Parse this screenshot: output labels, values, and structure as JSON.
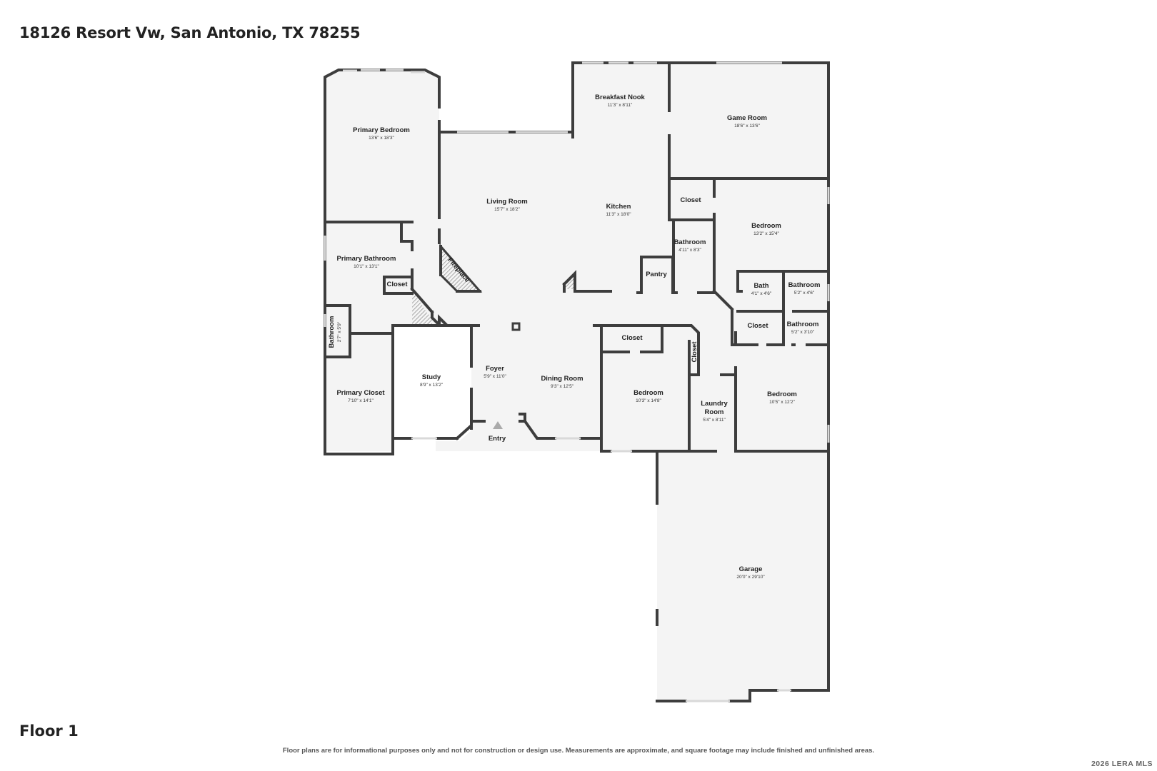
{
  "header": {
    "address": "18126 Resort Vw, San Antonio, TX 78255"
  },
  "footer": {
    "floor_label": "Floor 1",
    "disclaimer": "Floor plans are for informational purposes only and not for construction or design use. Measurements are approximate, and square footage may include finished and unfinished areas.",
    "copyright": "2026 LERA MLS"
  },
  "colors": {
    "wall": "#3d3d3d",
    "floor": "#f4f4f4",
    "window": "#d9d9d9"
  },
  "rooms": {
    "primary_bedroom": {
      "name": "Primary Bedroom",
      "dims": "13'6\" x 18'3\""
    },
    "breakfast_nook": {
      "name": "Breakfast Nook",
      "dims": "11'3\" x 8'11\""
    },
    "game_room": {
      "name": "Game Room",
      "dims": "18'6\" x 13'6\""
    },
    "living_room": {
      "name": "Living Room",
      "dims": "15'7\" x 18'2\""
    },
    "kitchen": {
      "name": "Kitchen",
      "dims": "11'3\" x 18'0\""
    },
    "closet_game": {
      "name": "Closet"
    },
    "bedroom_ne": {
      "name": "Bedroom",
      "dims": "13'2\" x 15'4\""
    },
    "bathroom_mid": {
      "name": "Bathroom",
      "dims": "4'11\" x 8'3\""
    },
    "pantry": {
      "name": "Pantry"
    },
    "primary_bathroom": {
      "name": "Primary Bathroom",
      "dims": "10'1\" x 13'1\""
    },
    "closet_primary_bath": {
      "name": "Closet"
    },
    "fireplace": {
      "name": "Fireplace"
    },
    "bath_small": {
      "name": "Bath",
      "dims": "4'1\" x 4'6\""
    },
    "bathroom_ne1": {
      "name": "Bathroom",
      "dims": "5'2\" x 4'6\""
    },
    "closet_ne": {
      "name": "Closet"
    },
    "bathroom_ne2": {
      "name": "Bathroom",
      "dims": "5'2\" x 3'10\""
    },
    "bathroom_west": {
      "name": "Bathroom",
      "dims": "2'7\" x 5'9\""
    },
    "closet_bed_mid": {
      "name": "Closet"
    },
    "closet_vertical": {
      "name": "Closet"
    },
    "foyer": {
      "name": "Foyer",
      "dims": "5'9\" x 11'0\""
    },
    "study": {
      "name": "Study",
      "dims": "8'9\" x 13'2\""
    },
    "dining_room": {
      "name": "Dining Room",
      "dims": "9'3\" x 12'5\""
    },
    "bedroom_mid": {
      "name": "Bedroom",
      "dims": "10'3\" x 14'8\""
    },
    "laundry_room": {
      "name": "Laundry Room",
      "name_line1": "Laundry",
      "name_line2": "Room",
      "dims": "5'4\" x 8'11\""
    },
    "bedroom_se": {
      "name": "Bedroom",
      "dims": "10'5\" x 12'2\""
    },
    "primary_closet": {
      "name": "Primary Closet",
      "dims": "7'10\" x 14'1\""
    },
    "garage": {
      "name": "Garage",
      "dims": "20'0\" x 29'10\""
    }
  },
  "entry_label": "Entry"
}
